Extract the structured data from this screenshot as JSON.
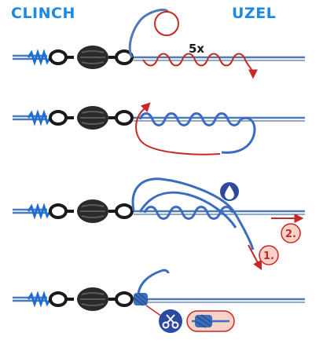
{
  "title": {
    "left": "CLINCH",
    "right": "UZEL"
  },
  "step1": {
    "wraps_label": "5x"
  },
  "step3": {
    "label_1": "1.",
    "label_2": "2."
  },
  "step4": {
    "cut_icon": "scissors-icon"
  },
  "colors": {
    "line": "#4f79b8",
    "line_dark": "#2d4f82",
    "loop": "#3b6cc0",
    "swivel": "#1a1a1a",
    "red": "#c62828",
    "badge_fill": "#f6d2c8",
    "title": "#1e88e5",
    "drop_badge": "#2c4aa0"
  },
  "icons": [
    "drop-icon",
    "scissors-icon"
  ]
}
